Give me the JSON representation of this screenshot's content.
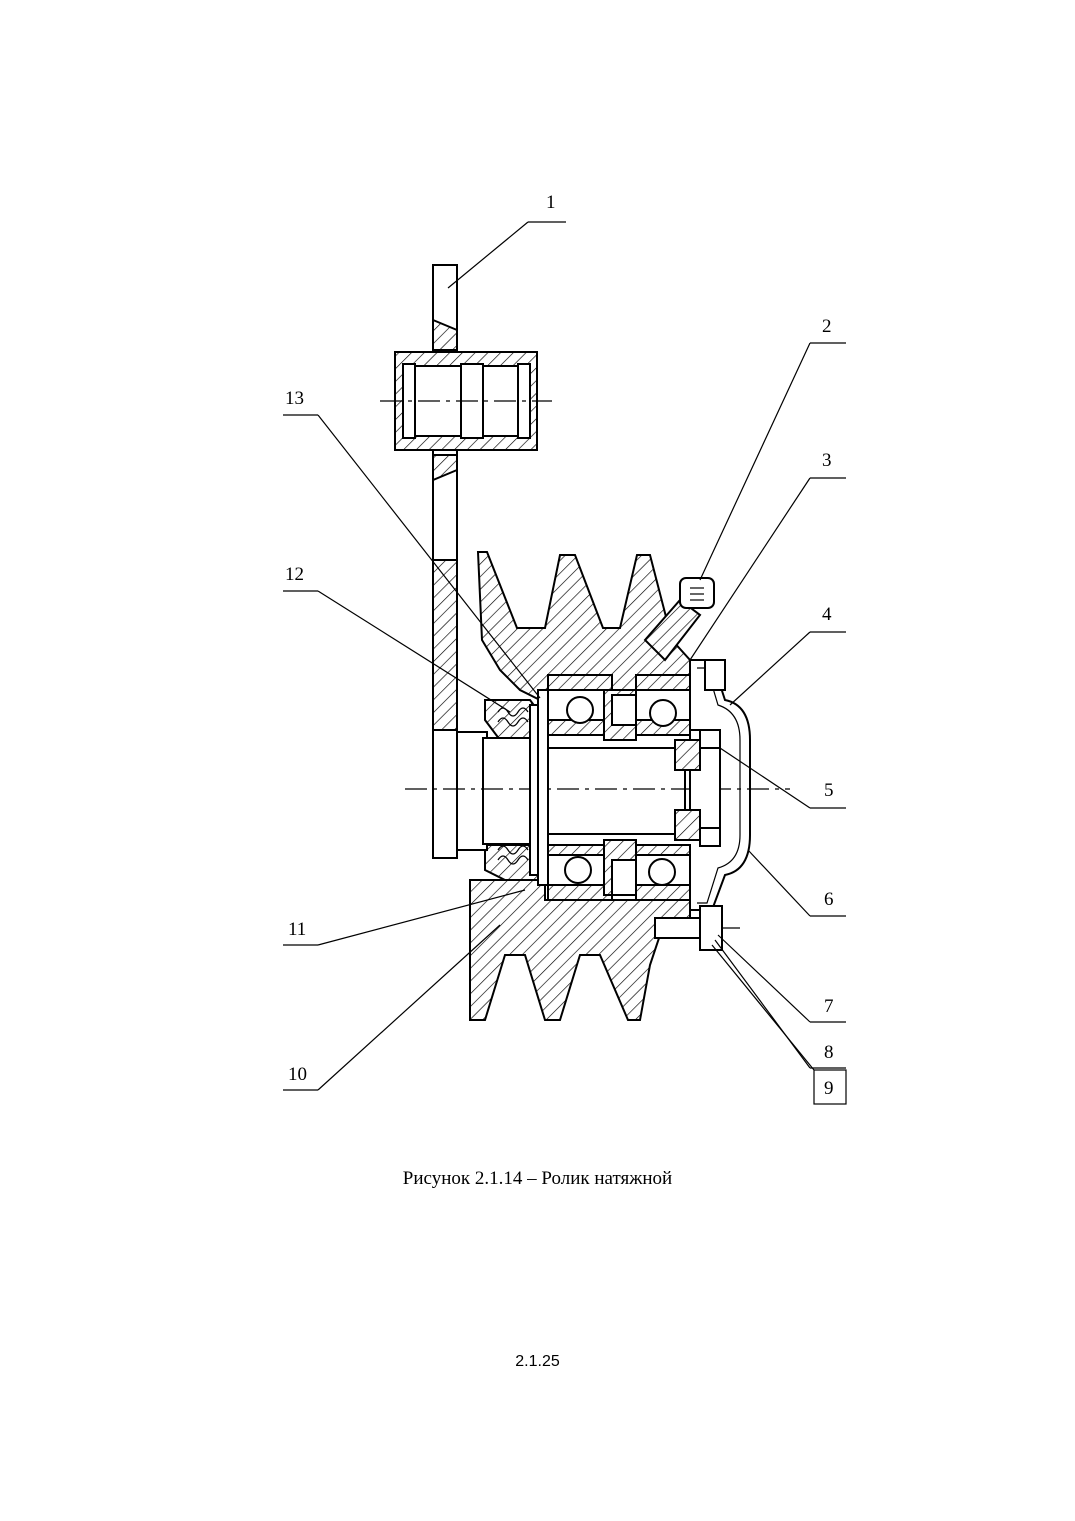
{
  "figure": {
    "caption": "Рисунок 2.1.14 – Ролик натяжной",
    "callouts": [
      {
        "id": "1",
        "label": "1"
      },
      {
        "id": "2",
        "label": "2"
      },
      {
        "id": "3",
        "label": "3"
      },
      {
        "id": "4",
        "label": "4"
      },
      {
        "id": "5",
        "label": "5"
      },
      {
        "id": "6",
        "label": "6"
      },
      {
        "id": "7",
        "label": "7"
      },
      {
        "id": "8",
        "label": "8"
      },
      {
        "id": "9",
        "label": "9"
      },
      {
        "id": "10",
        "label": "10"
      },
      {
        "id": "11",
        "label": "11"
      },
      {
        "id": "12",
        "label": "12"
      },
      {
        "id": "13",
        "label": "13"
      }
    ]
  },
  "page": {
    "number": "2.1.25"
  }
}
